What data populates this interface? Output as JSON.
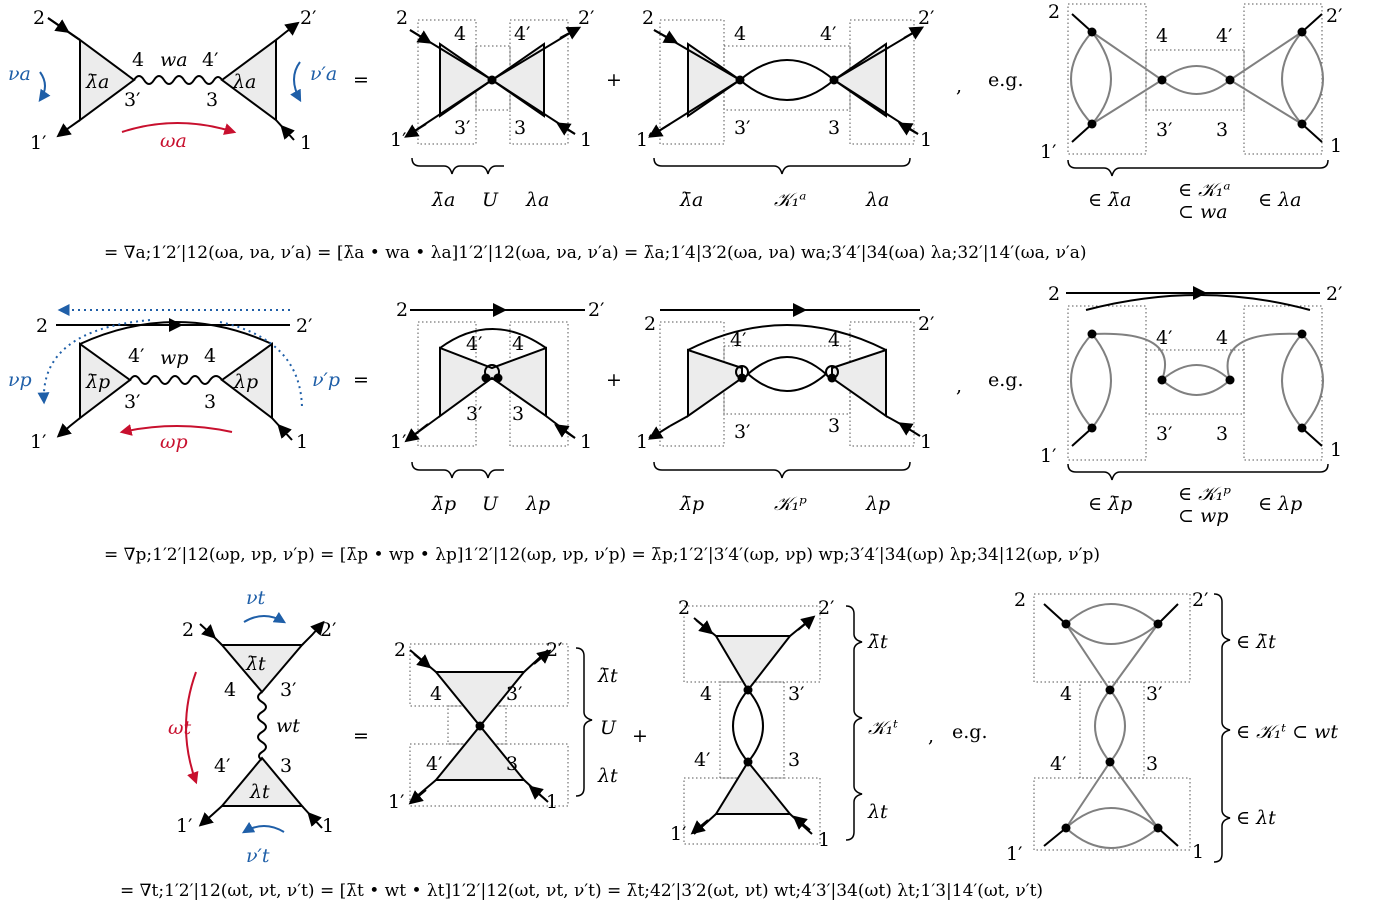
{
  "rows": [
    {
      "id": "a",
      "left": {
        "lam_bar": "λ̄a",
        "lam": "λa",
        "w": "wa",
        "nu": "νa",
        "nu_p": "ν′a",
        "omega": "ωa"
      },
      "labels": {
        "l2": "2",
        "l2p": "2′",
        "l1": "1",
        "l1p": "1′",
        "l4": "4",
        "l4p": "4′",
        "l3": "3",
        "l3p": "3′"
      },
      "under1": [
        "λ̄a",
        "U",
        "λa"
      ],
      "under2": [
        "λ̄a",
        "𝒦₁ᵃ",
        "λa"
      ],
      "under3": [
        "∈ λ̄a",
        "∈ 𝒦₁ᵃ",
        "⊂ wa",
        "∈ λa"
      ],
      "equation": "= ∇a;1′2′|12(ωa, νa, ν′a) = [λ̄a • wa • λa]1′2′|12(ωa, νa, ν′a) = λ̄a;1′4|3′2(ωa, νa) wa;3′4′|34(ωa) λa;32′|14′(ωa, ν′a)"
    },
    {
      "id": "p",
      "left": {
        "lam_bar": "λ̄p",
        "lam": "λp",
        "w": "wp",
        "nu": "νp",
        "nu_p": "ν′p",
        "omega": "ωp"
      },
      "labels": {
        "l2": "2",
        "l2p": "2′",
        "l1": "1",
        "l1p": "1′",
        "l4": "4",
        "l4p": "4′",
        "l3": "3",
        "l3p": "3′"
      },
      "under1": [
        "λ̄p",
        "U",
        "λp"
      ],
      "under2": [
        "λ̄p",
        "𝒦₁ᵖ",
        "λp"
      ],
      "under3": [
        "∈ λ̄p",
        "∈ 𝒦₁ᵖ",
        "⊂ wp",
        "∈ λp"
      ],
      "equation": "= ∇p;1′2′|12(ωp, νp, ν′p) = [λ̄p • wp • λp]1′2′|12(ωp, νp, ν′p) = λ̄p;1′2′|3′4′(ωp, νp) wp;3′4′|34(ωp) λp;34|12(ωp, ν′p)"
    },
    {
      "id": "t",
      "left": {
        "lam_bar": "λ̄t",
        "lam": "λt",
        "w": "wt",
        "nu": "νt",
        "nu_p": "ν′t",
        "omega": "ωt"
      },
      "labels": {
        "l2": "2",
        "l2p": "2′",
        "l1": "1",
        "l1p": "1′",
        "l4": "4",
        "l4p": "4′",
        "l3": "3",
        "l3p": "3′"
      },
      "under1": [
        "λ̄t",
        "U",
        "λt"
      ],
      "under2": [
        "λ̄t",
        "𝒦₁ᵗ",
        "λt"
      ],
      "under3": [
        "∈ λ̄t",
        "∈ 𝒦₁ᵗ ⊂ wt",
        "∈ λt"
      ],
      "equation": "= ∇t;1′2′|12(ωt, νt, ν′t) = [λ̄t • wt • λt]1′2′|12(ωt, νt, ν′t) = λ̄t;42′|3′2(ωt, νt) wt;4′3′|34(ωt) λt;1′3|14′(ωt, ν′t)"
    }
  ],
  "symbols": {
    "equals": "=",
    "plus": "+",
    "comma": ",",
    "eg": "e.g."
  }
}
